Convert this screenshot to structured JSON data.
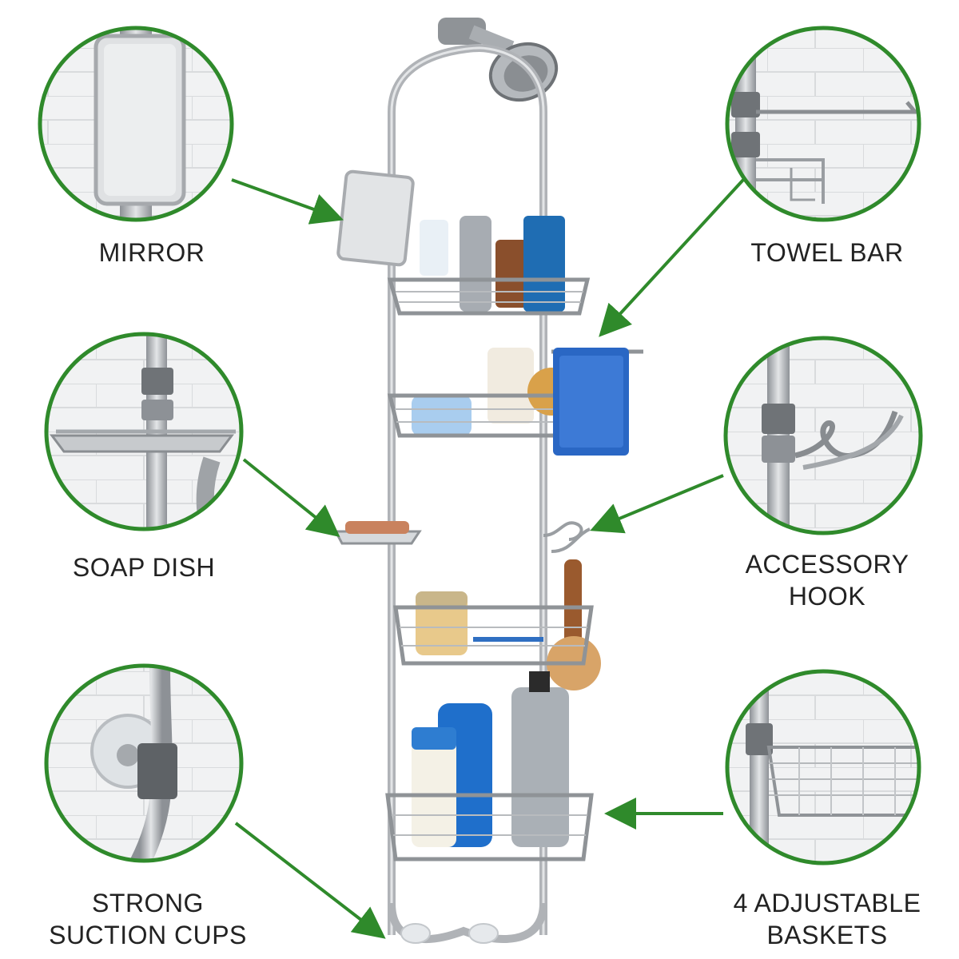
{
  "callouts": {
    "mirror": {
      "lines": [
        "MIRROR"
      ],
      "icon": "mirror-closeup"
    },
    "towel_bar": {
      "lines": [
        "TOWEL BAR"
      ],
      "icon": "towel-bar-closeup"
    },
    "soap_dish": {
      "lines": [
        "SOAP DISH"
      ],
      "icon": "soap-dish-closeup"
    },
    "accessory_hook": {
      "lines": [
        "ACCESSORY",
        "HOOK"
      ],
      "icon": "hook-closeup"
    },
    "suction_cups": {
      "lines": [
        "STRONG",
        "SUCTION CUPS"
      ],
      "icon": "suction-cup-closeup"
    },
    "baskets": {
      "lines": [
        "4 ADJUSTABLE",
        "BASKETS"
      ],
      "icon": "basket-closeup"
    }
  },
  "colors": {
    "accent_green": "#2f8a2b",
    "chrome": "#b9bcc0",
    "chrome_dark": "#7b7f84",
    "tile": "#eef0f1",
    "text": "#222222"
  }
}
